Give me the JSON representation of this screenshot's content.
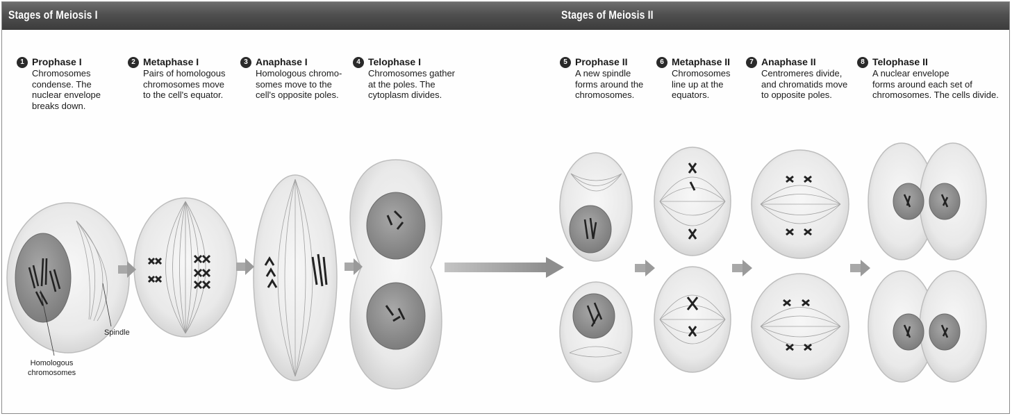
{
  "header": {
    "meiosis1_title": "Stages of Meiosis I",
    "meiosis2_title": "Stages of Meiosis II"
  },
  "steps": [
    {
      "num": "1",
      "title": "Prophase I",
      "desc": "Chromosomes\ncondense. The\nnuclear envelope\nbreaks down."
    },
    {
      "num": "2",
      "title": "Metaphase I",
      "desc": "Pairs of homologous\nchromosomes move\nto the cell's equator."
    },
    {
      "num": "3",
      "title": "Anaphase I",
      "desc": "Homologous chromo-\nsomes move to the\ncell's opposite poles."
    },
    {
      "num": "4",
      "title": "Telophase I",
      "desc": "Chromosomes gather\nat the poles. The\ncytoplasm divides."
    },
    {
      "num": "5",
      "title": "Prophase II",
      "desc": "A new spindle\nforms around the\nchromosomes."
    },
    {
      "num": "6",
      "title": "Metaphase II",
      "desc": "Chromosomes\nline up at the\nequators."
    },
    {
      "num": "7",
      "title": "Anaphase II",
      "desc": "Centromeres divide,\nand chromatids move\nto opposite poles."
    },
    {
      "num": "8",
      "title": "Telophase II",
      "desc": "A nuclear envelope\nforms around each set of\nchromosomes. The cells divide."
    }
  ],
  "labels": {
    "spindle": "Spindle",
    "homologous": "Homologous\nchromosomes"
  },
  "colors": {
    "header_bg": "#4a4a4a",
    "cell_fill": "#e6e6e6",
    "nucleus_fill": "#8f8f8f",
    "arrow": "#9a9a9a",
    "chromosome": "#2b2b2b"
  }
}
